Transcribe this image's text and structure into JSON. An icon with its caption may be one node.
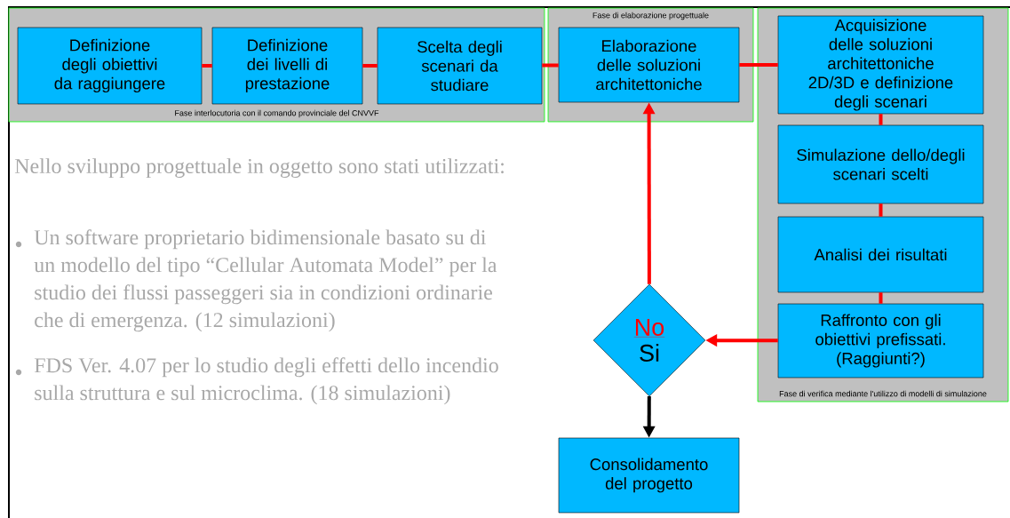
{
  "diagram": {
    "nodes": [
      {
        "text": [
          "Fase interlocutoria con il comando provinciale del CNVVF"
        ]
      },
      {
        "text": [
          "Definizione degli obiettivi da raggiungere"
        ],
        "in": 0
      },
      {
        "text": [
          "Definizione dei livelli di prestazione"
        ],
        "in": 0
      },
      {
        "text": [
          "Scelta degli scenari da studiare"
        ],
        "in": 0
      },
      {
        "text": [
          "Fase di elaborazione progettuale"
        ]
      },
      {
        "text": [
          "Elaborazione delle soluzioni architettoniche"
        ],
        "in": 4
      },
      {
        "text": [
          "Fase di verifica mediante l'utilizzo di modelli di simulazione"
        ]
      },
      {
        "text": [
          "Acquisizione delle soluzioni architettoniche 2D/3D e definizione degli scenari"
        ],
        "in": 6
      },
      {
        "text": [
          "Simulazione dello/degli scenari scelti"
        ],
        "in": 6
      },
      {
        "text": [
          "Analisi dei risultati"
        ],
        "in": 6
      },
      {
        "text": [
          "Raffronto con gli obiettivi prefissati. (Raggiunti?)"
        ],
        "in": 6
      },
      {
        "text": [
          "No",
          "Si"
        ]
      },
      {
        "text": [
          "Consolidamento del progetto"
        ]
      }
    ],
    "edges": [
      {
        "from": 1,
        "to": 2,
        "arrow": "none"
      },
      {
        "from": 2,
        "to": 3,
        "arrow": "none"
      },
      {
        "from": 3,
        "to": 5,
        "arrow": "none"
      },
      {
        "from": 5,
        "to": 7,
        "arrow": "none"
      },
      {
        "from": 7,
        "to": 8,
        "arrow": "none"
      },
      {
        "from": 8,
        "to": 9,
        "arrow": "none"
      },
      {
        "from": 9,
        "to": 10,
        "arrow": "none"
      },
      {
        "from": 10,
        "to": 11,
        "arrow": "to"
      },
      {
        "from": 11,
        "to": 5,
        "arrow": "to"
      },
      {
        "from": 11,
        "to": 12,
        "arrow": "to",
        "color": "#000000"
      }
    ],
    "labels": [
      "Nello sviluppo progettuale in oggetto sono stati utilizzati:",
      "Un software proprietario bidimensionale basato su di un modello del tipo “Cellular Automata Model” per la studio dei flussi passeggeri sia in condizioni ordinarie che di emergenza. (12 simulazioni)",
      "FDS Ver. 4.07 per lo studio degli effetti dello incendio sulla struttura e sul microclima. (18 simulazioni)"
    ]
  }
}
